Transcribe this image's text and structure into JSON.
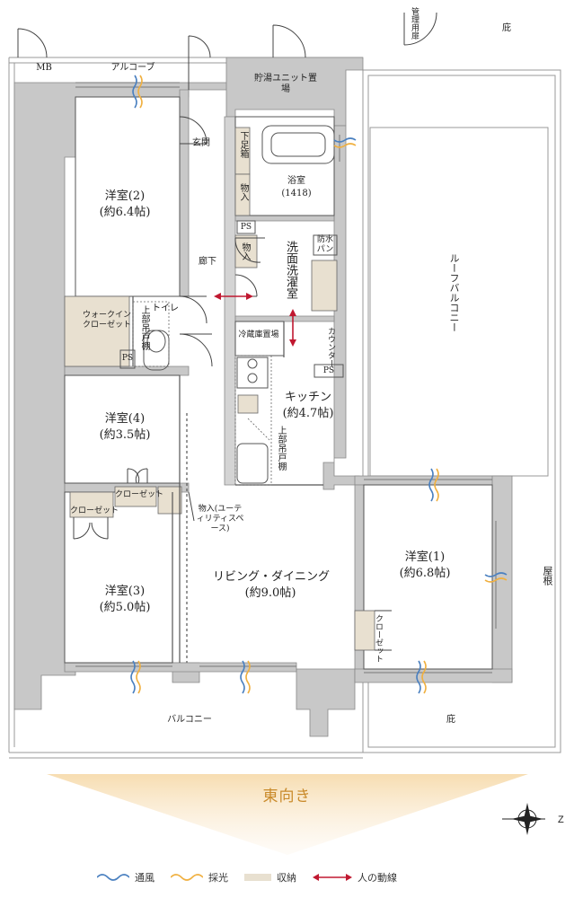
{
  "rooms": {
    "western2": {
      "name": "洋室(2)",
      "size": "(約6.4帖)"
    },
    "western4": {
      "name": "洋室(4)",
      "size": "(約3.5帖)"
    },
    "western3": {
      "name": "洋室(3)",
      "size": "(約5.0帖)"
    },
    "western1": {
      "name": "洋室(1)",
      "size": "(約6.8帖)"
    },
    "living": {
      "name": "リビング・ダイニング",
      "size": "(約9.0帖)"
    },
    "kitchen": {
      "name": "キッチン",
      "size": "(約4.7帖)"
    },
    "bath": {
      "name": "浴室",
      "size": "(1418)"
    }
  },
  "labels": {
    "mb": "MB",
    "alcove": "アルコーブ",
    "water_heater": "貯湯ユニット置場",
    "entrance": "玄関",
    "shoe_box": "下足箱",
    "storage": "物入",
    "ps": "PS",
    "waterproof_pan": "防水パン",
    "washroom": "洗面洗濯室",
    "hallway": "廊下",
    "walkin_closet": "ウォークインクローゼット",
    "upper_shelf": "上部吊戸棚",
    "toilet": "トイレ",
    "fridge": "冷蔵庫置場",
    "counter": "カウンター",
    "closet": "クローゼット",
    "utility_storage": "物入(ユーティリティスペース)",
    "roof_balcony": "ルーフバルコニー",
    "roof": "屋根",
    "balcony": "バルコニー",
    "eaves": "庇",
    "management_storage": "管理用扉"
  },
  "orientation": "東向き",
  "legend": {
    "ventilation": "通風",
    "daylight": "採光",
    "storage": "収納",
    "flow": "人の動線"
  },
  "colors": {
    "wall": "#c8c8c8",
    "storage": "#e8e0d0",
    "wind": "#4a80c0",
    "light": "#f0b040",
    "flow": "#c01830",
    "orientation": "#c98a2a"
  }
}
